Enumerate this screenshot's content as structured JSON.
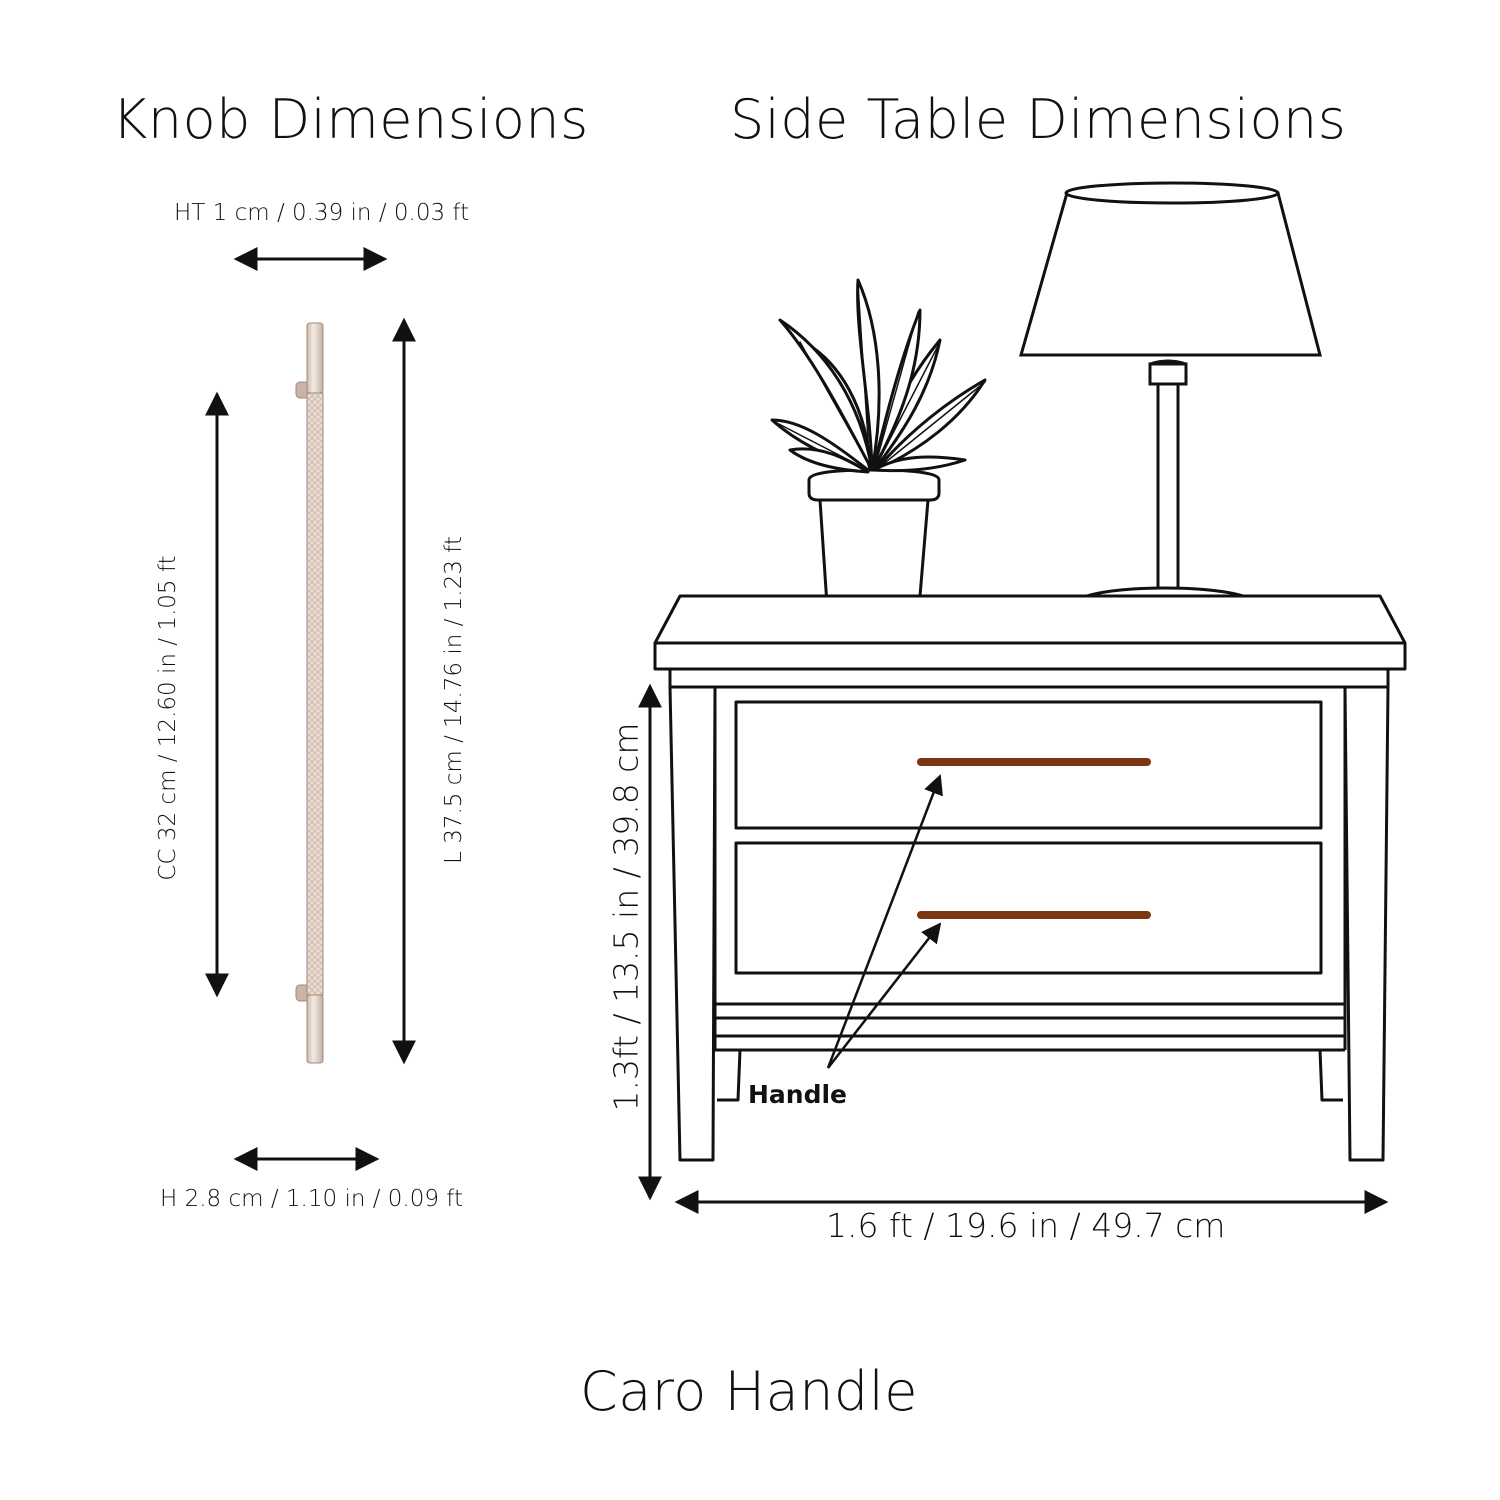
{
  "titles": {
    "knob": "Knob Dimensions",
    "table": "Side Table Dimensions",
    "product": "Caro Handle"
  },
  "knob": {
    "ht": "HT 1 cm / 0.39 in / 0.03 ft",
    "cc": "CC 32 cm / 12.60 in / 1.05 ft",
    "l": "L 37.5 cm / 14.76 in / 1.23 ft",
    "h": "H 2.8 cm / 1.10 in / 0.09 ft"
  },
  "table": {
    "height": "1.3ft / 13.5 in / 39.8 cm",
    "width": "1.6 ft / 19.6 in / 49.7 cm",
    "handle_label": "Handle"
  },
  "colors": {
    "line": "#111111",
    "handle": "#7a3610",
    "knob_metal": "#e8d9cf",
    "knob_edge": "#a08a7c"
  }
}
